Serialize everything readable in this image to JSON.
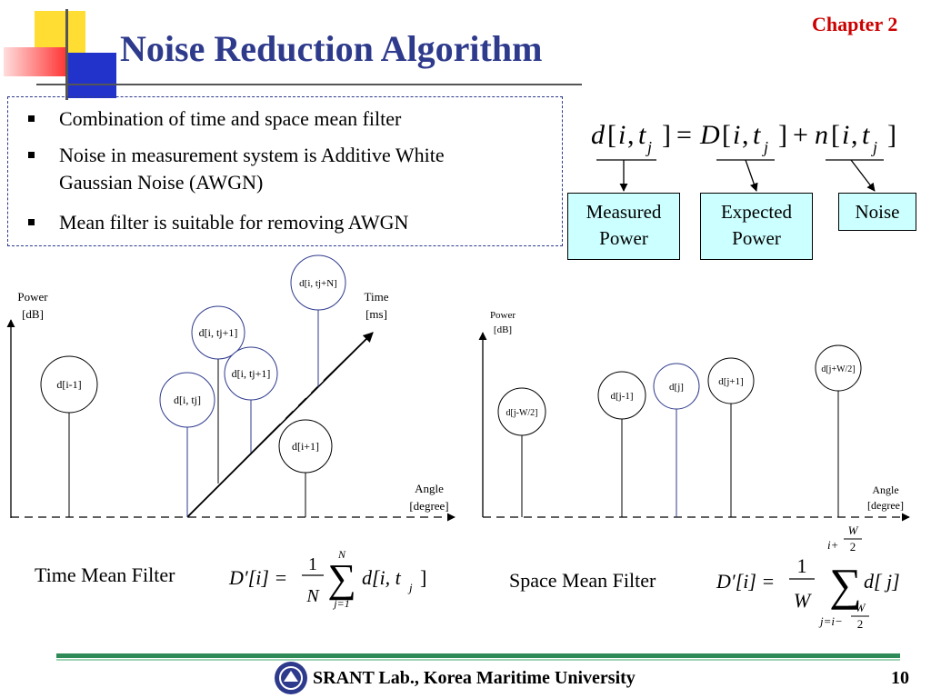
{
  "header": {
    "title": "Noise Reduction Algorithm",
    "chapter": "Chapter 2"
  },
  "bullets": [
    "Combination of time and space mean filter",
    "Noise in measurement system is Additive White",
    "Gaussian Noise (AWGN)",
    "Mean filter is suitable for removing AWGN"
  ],
  "equation": {
    "d": "d",
    "D": "D",
    "n": "n",
    "i": "i",
    "t": "t",
    "j": "j",
    "lb": "[",
    "rb": "]",
    "comma": ",",
    "eq": "=",
    "plus": "+"
  },
  "power_boxes": [
    {
      "line1": "Measured",
      "line2": "Power"
    },
    {
      "line1": "Expected",
      "line2": "Power"
    },
    {
      "line1": "Noise",
      "line2": ""
    }
  ],
  "time_diagram": {
    "y_label_1": "Power",
    "y_label_2": "[dB]",
    "time_label_1": "Time",
    "time_label_2": "[ms]",
    "x_label_1": "Angle",
    "x_label_2": "[degree]",
    "nodes": [
      "d[i-1]",
      "d[i, tj]",
      "d[i, tj+1]",
      "d[i, tj+1]",
      "d[i, tj+N]",
      "d[i+1]"
    ]
  },
  "space_diagram": {
    "y_label_1": "Power",
    "y_label_2": "[dB]",
    "x_label_1": "Angle",
    "x_label_2": "[degree]",
    "nodes": [
      "d[j-W/2]",
      "d[j-1]",
      "d[j]",
      "d[j+1]",
      "d[j+W/2]"
    ]
  },
  "time_filter": {
    "label": "Time Mean Filter",
    "lhs": "D′[i] =",
    "num": "1",
    "den": "N",
    "sum": "∑",
    "upper": "N",
    "lower": "j=1",
    "term": "d[i, t",
    "sub": "j",
    "close": "]"
  },
  "space_filter": {
    "label": "Space Mean Filter",
    "lhs": "D′[i] =",
    "num": "1",
    "den": "W",
    "sum": "∑",
    "upper_pre": "i+",
    "upper_num": "W",
    "upper_den": "2",
    "lower_pre": "j=i−",
    "lower_num": "W",
    "lower_den": "2",
    "term": "d[ j]"
  },
  "footer": {
    "lab": "SRANT Lab., Korea Maritime University",
    "page": "10"
  },
  "colors": {
    "title": "#2e3a8c",
    "chapter": "#cc0000",
    "box_fill": "#ccffff",
    "node_blue": "#2e3a8c",
    "footer_rule": "#2e8b57"
  }
}
